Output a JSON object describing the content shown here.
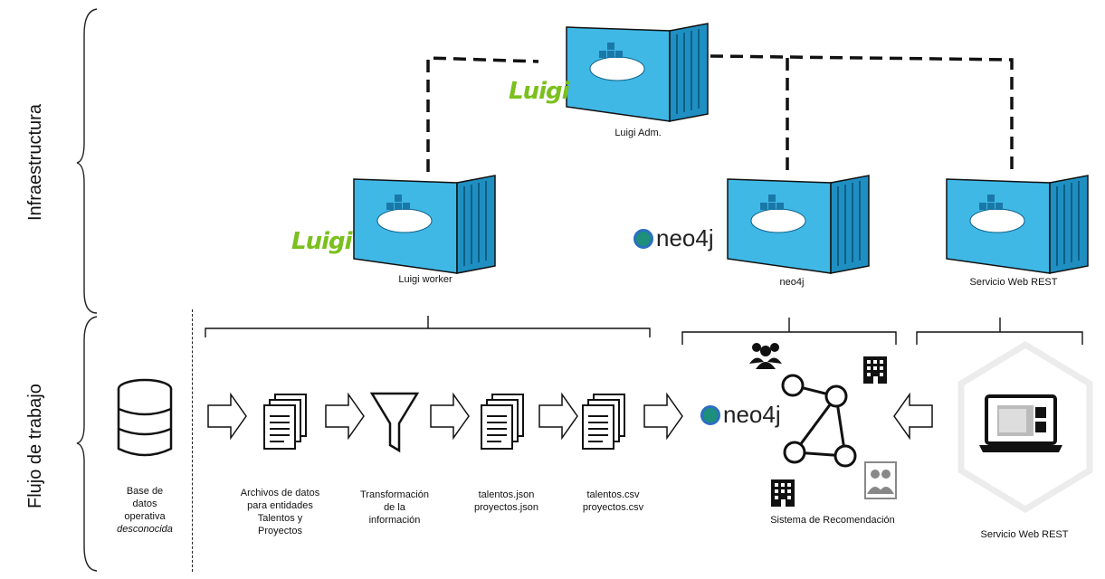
{
  "sections": {
    "infra": "Infraestructura",
    "workflow": "Flujo de trabajo"
  },
  "containers": {
    "luigi_adm": "Luigi Adm.",
    "luigi_worker": "Luigi worker",
    "neo4j": "neo4j",
    "rest": "Servicio Web REST"
  },
  "logos": {
    "luigi": "Luigi",
    "neo4j": "neo4j"
  },
  "workflow": {
    "db_line1": "Base de",
    "db_line2": "datos",
    "db_line3": "operativa",
    "db_line4": "desconocida",
    "files_line1": "Archivos de datos",
    "files_line2": "para entidades",
    "files_line3": "Talentos y",
    "files_line4": "Proyectos",
    "transform_line1": "Transformación",
    "transform_line2": "de la",
    "transform_line3": "información",
    "json_line1": "talentos.json",
    "json_line2": "proyectos.json",
    "csv_line1": "talentos.csv",
    "csv_line2": "proyectos.csv",
    "recsys": "Sistema de Recomendación",
    "rest": "Servicio Web REST"
  },
  "colors": {
    "container": "#3fb8e6",
    "container_dark": "#1f8fc2",
    "luigi_green": "#7bc01e",
    "neo_teal": "#1e8f7a"
  }
}
